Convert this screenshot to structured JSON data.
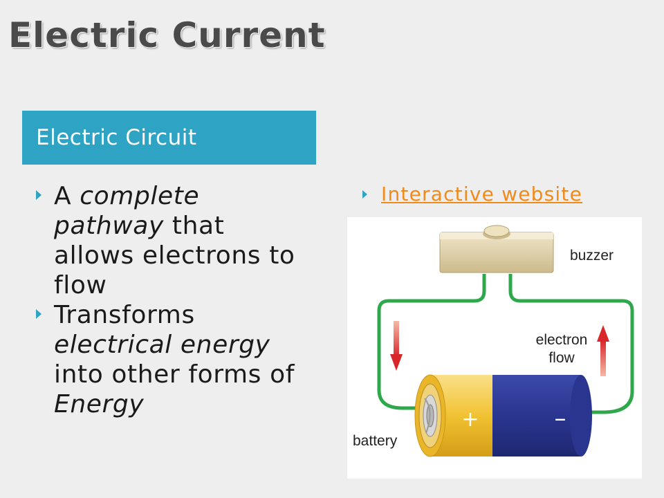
{
  "slide": {
    "title": "Electric Current",
    "section_header": "Electric Circuit",
    "bullets": [
      {
        "parts": [
          {
            "text": "A ",
            "italic": false
          },
          {
            "text": "complete pathway",
            "italic": true
          },
          {
            "text": " that allows electrons to flow",
            "italic": false
          }
        ]
      },
      {
        "parts": [
          {
            "text": "Transforms ",
            "italic": false
          },
          {
            "text": "electrical energy",
            "italic": true
          },
          {
            "text": " into other forms of ",
            "italic": false
          },
          {
            "text": "Energy",
            "italic": true
          }
        ]
      }
    ],
    "link_text": "Interactive website"
  },
  "figure": {
    "labels": {
      "buzzer": "buzzer",
      "electron_line1": "electron",
      "electron_line2": "flow",
      "battery": "battery",
      "plus": "+",
      "minus": "–"
    },
    "colors": {
      "wire": "#2ea84a",
      "arrow": "#d8262b",
      "battery_gold": "#f1c232",
      "battery_blue": "#2f3b94",
      "accent": "#2fa3c4",
      "link": "#f28a1a"
    }
  }
}
